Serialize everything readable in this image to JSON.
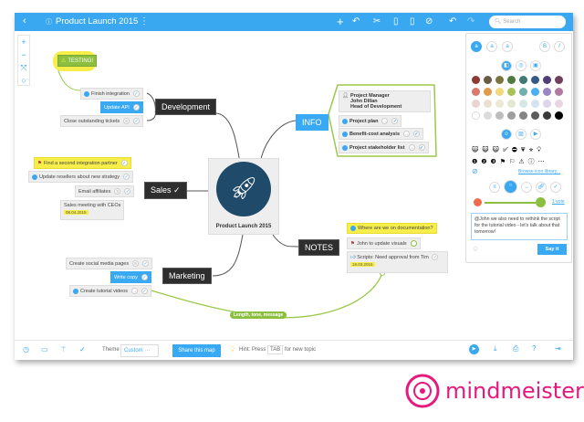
{
  "toolbar": {
    "back": "‹",
    "title": "Product Launch 2015",
    "menu": "⋮",
    "search_placeholder": "Search",
    "icons": [
      "add-icon",
      "connect-icon",
      "cut-icon",
      "copy-icon",
      "paste-icon",
      "delete-icon",
      "undo-icon",
      "redo-icon"
    ]
  },
  "zoom_controls": {
    "plus": "+",
    "minus": "−",
    "fit": "⤧",
    "center": "○"
  },
  "map": {
    "center": "Product Launch 2015",
    "floating": "TESTING!",
    "branches": [
      {
        "label": "Development",
        "children": [
          "Finish integration",
          "Update API",
          "Close outstanding tickets"
        ]
      },
      {
        "label": "Sales",
        "children": [
          "Find a second integration partner",
          "Update resellers about new strategy",
          "Email affiliates",
          "Sales meeting with CEOs"
        ],
        "date": "08.04.2015"
      },
      {
        "label": "INFO",
        "children": [
          "Project Manager",
          "John Dillan",
          "Head of Development",
          "Project plan",
          "Benefit-cost analysis",
          "Project stakeholder list"
        ]
      },
      {
        "label": "NOTES",
        "children": [
          "Where are we on documentation?",
          "John to update visuals",
          "Scripts: Need approval from Tim"
        ],
        "date": "18.03.2015"
      },
      {
        "label": "Marketing",
        "children": [
          "Create social media pages",
          "Write copy",
          "Create tutorial videos"
        ]
      }
    ],
    "connection_label": "Length, tone, message"
  },
  "panel": {
    "font_buttons": [
      "a",
      "a",
      "a",
      "B",
      "I"
    ],
    "colors": [
      "#8b3a34",
      "#6b5a48",
      "#7b7440",
      "#4e7a3f",
      "#3f7a70",
      "#345b86",
      "#4e3f7a",
      "#6e3f5e",
      "#d97a6c",
      "#e09a48",
      "#f3d779",
      "#a8c255",
      "#6fb0ad",
      "#4ab0ef",
      "#9b83c4",
      "#b27a9c",
      "#e8d5d2",
      "#eadfd0",
      "#ebe8d3",
      "#e2e8d3",
      "#d5e8e5",
      "#d4e4ef",
      "#ddd5ea",
      "#e9d4e1",
      "#ffffff",
      "#dcdcdc",
      "#bdbdbd",
      "#9e9e9e",
      "#858585",
      "#5c5c5c",
      "#3a3a3a",
      "#000000"
    ],
    "browse_link": "Browse icon library...",
    "votes": "1 vote",
    "comment": "@John we also need to rethink the script for the tutorial video - let's talk about that tomorrow!",
    "say_it": "Say it"
  },
  "bottom": {
    "theme_label": "Theme",
    "theme_value": "Custom",
    "share": "Share this map",
    "hint_prefix": "Hint: Press",
    "hint_key": "TAB",
    "hint_suffix": "for new topic"
  },
  "brand": {
    "name": "mindmeister",
    "color": "#e6197d"
  }
}
